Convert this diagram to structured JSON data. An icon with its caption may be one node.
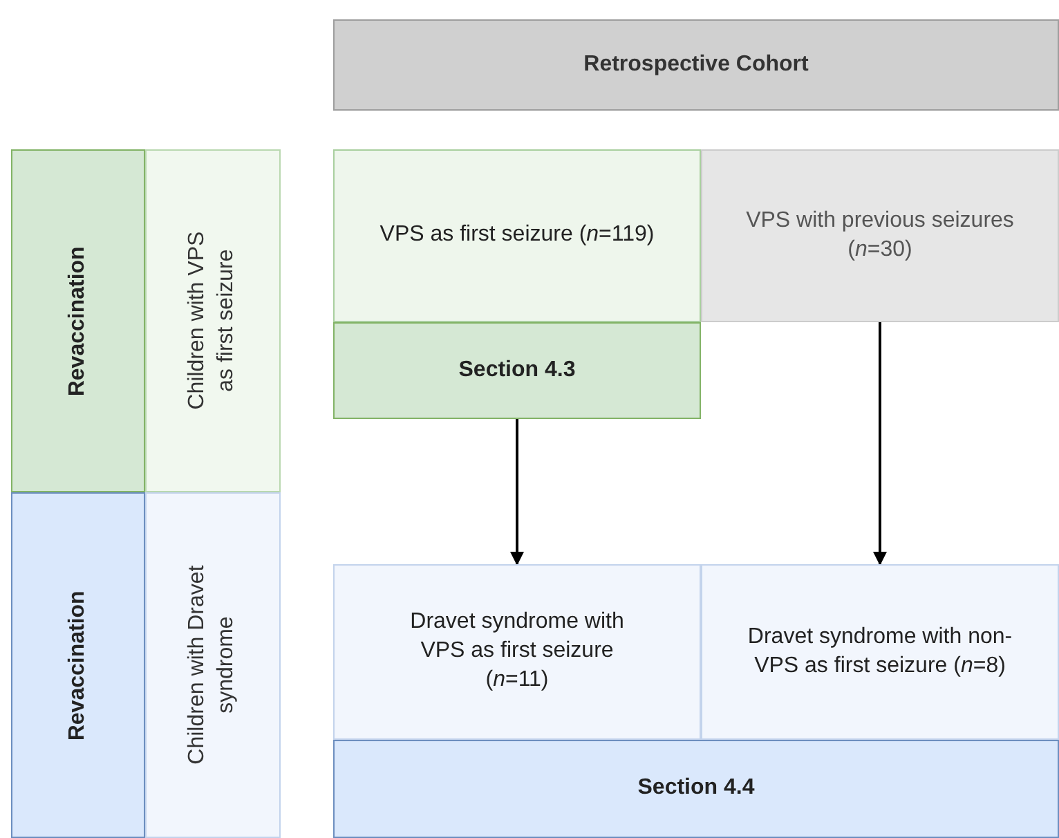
{
  "diagram": {
    "nodes": [
      {
        "text": [
          "Retrospective Cohort"
        ]
      },
      {
        "text": [
          "Revaccination"
        ]
      },
      {
        "text": [
          "Children with VPS as first seizure"
        ]
      },
      {
        "text": [
          "VPS as first seizure (*n*=119)"
        ]
      },
      {
        "text": [
          "VPS with previous seizures (*n*=30)"
        ]
      },
      {
        "text": [
          "Section 4.3"
        ]
      },
      {
        "text": [
          "Revaccination"
        ]
      },
      {
        "text": [
          "Children with Dravet syndrome"
        ]
      },
      {
        "text": [
          "Dravet syndrome with VPS as first seizure (*n*=11)"
        ]
      },
      {
        "text": [
          "Dravet syndrome with non-VPS as first seizure (*n*=8)"
        ]
      },
      {
        "text": [
          "Section 4.4"
        ]
      }
    ],
    "edges": [
      {
        "from": 5,
        "to": 8,
        "arrow": "to"
      },
      {
        "from": 4,
        "to": 9,
        "arrow": "to"
      }
    ]
  }
}
